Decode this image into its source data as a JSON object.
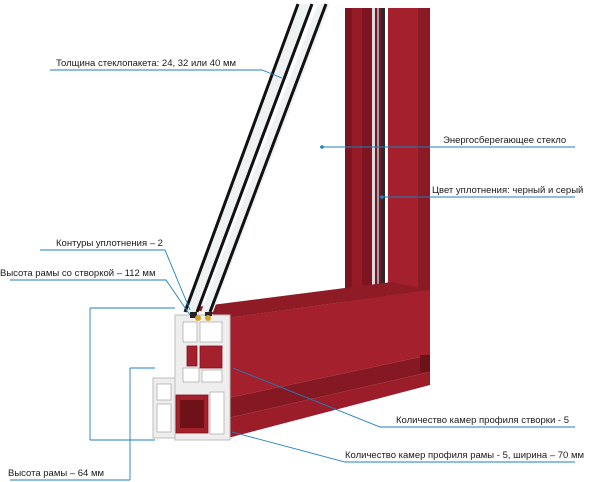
{
  "labels": {
    "glass_thickness": "Толщина стеклопакета: 24, 32 или 40 мм",
    "energy_glass": "Энергосберегающее стекло",
    "seal_color": "Цвет уплотнения: черный и серый",
    "seal_contours": "Контуры уплотнения – 2",
    "frame_sash_height": "Высота рамы со створкой – 112 мм",
    "sash_chambers": "Количество камер профиля створки - 5",
    "frame_chambers": "Количество камер профиля рамы - 5, ширина – 70 мм",
    "frame_height": "Высота рамы – 64 мм"
  },
  "colors": {
    "profile_red": "#a3202c",
    "profile_dark": "#6e1119",
    "profile_light": "#c84450",
    "pvc_white": "#eeeeee",
    "leader_line": "#1e7fc2",
    "glass": "#dfe7ea"
  }
}
